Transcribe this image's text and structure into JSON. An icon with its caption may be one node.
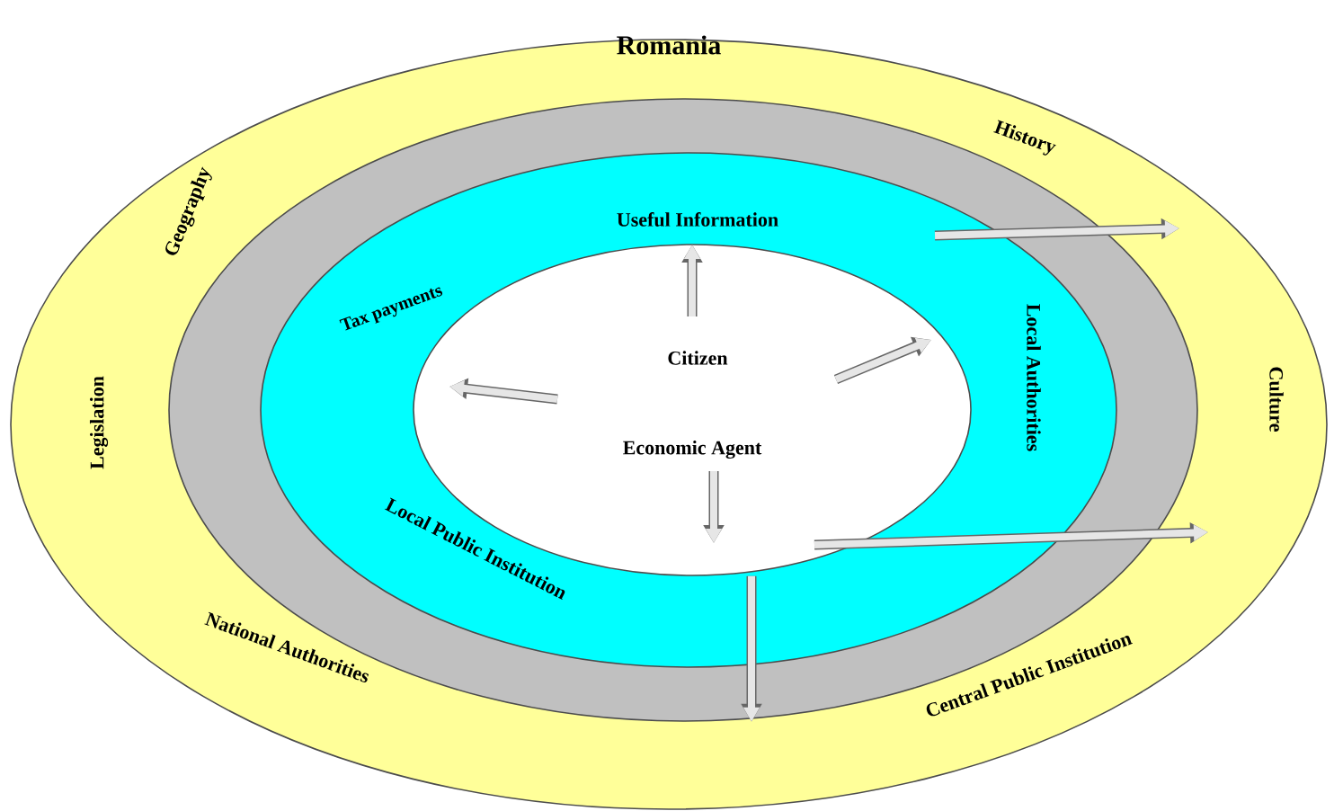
{
  "diagram": {
    "nodes": [
      {
        "text": [
          "Romania",
          "History",
          "Geography",
          "Legislation",
          "Culture",
          "National Authorities",
          "Central Public Institution"
        ]
      },
      {
        "text": [],
        "shape": "ellipse",
        "in": 0
      },
      {
        "text": [
          "Useful Information",
          "Tax payments",
          "Local Authorities",
          "Local Public Institution"
        ],
        "in": 1
      },
      {
        "text": [
          "Citizen",
          "Economic Agent"
        ],
        "in": 2
      }
    ],
    "edges": [
      {
        "from": 3,
        "to": 1,
        "arrow": "to"
      }
    ]
  }
}
